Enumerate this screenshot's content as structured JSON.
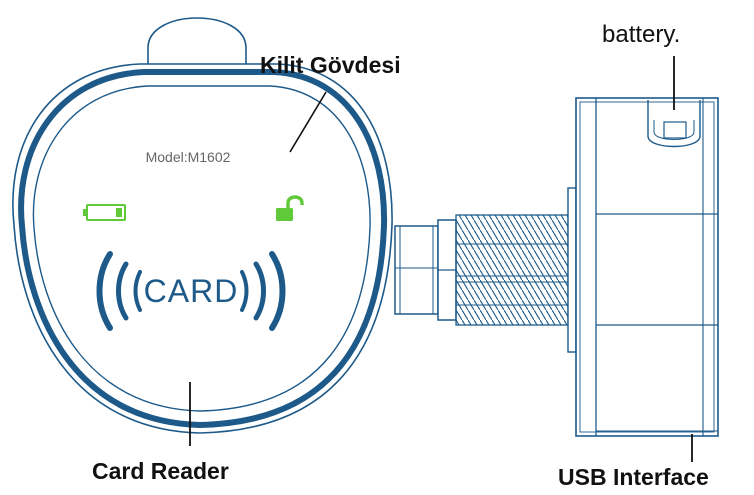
{
  "labels": {
    "kilit_govdesi": "Kilit Gövdesi",
    "battery": "battery.",
    "card_reader": "Card Reader",
    "usb_interface": "USB Interface"
  },
  "device": {
    "model": "Model:M1602",
    "card": "CARD"
  },
  "icons": {
    "battery_status": "battery-icon",
    "lock_status": "unlocked-padlock-icon",
    "contactless": "contactless-waves-icon"
  },
  "colors": {
    "outline": "#1d5a8a",
    "indicator": "#5fc93a",
    "model_text": "#666666",
    "label_text": "#111111"
  }
}
